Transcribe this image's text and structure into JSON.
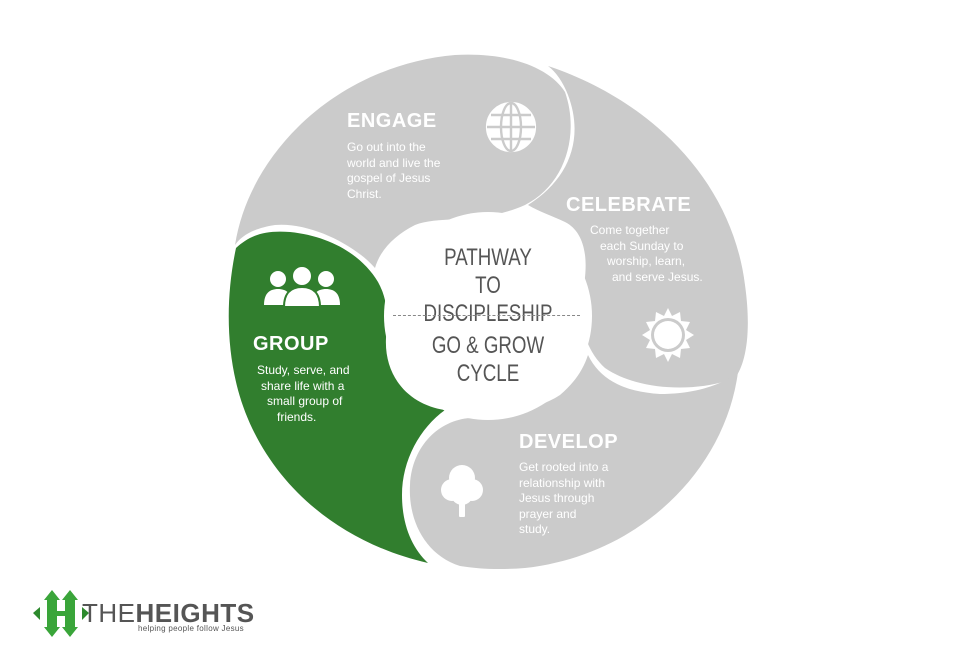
{
  "center": {
    "title_line1": "PATHWAY",
    "title_line2": "TO DISCIPLESHIP",
    "subtitle_line1": "GO & GROW",
    "subtitle_line2": "CYCLE"
  },
  "segments": {
    "engage": {
      "title": "ENGAGE",
      "lines": [
        "Go out into the",
        "world and live the",
        "gospel of Jesus",
        "Christ."
      ],
      "icon": "globe-icon"
    },
    "celebrate": {
      "title": "CELEBRATE",
      "lines": [
        "Come together",
        "each Sunday to",
        "worship, learn,",
        "and serve Jesus."
      ],
      "icon": "sun-icon"
    },
    "develop": {
      "title": "DEVELOP",
      "lines": [
        "Get rooted into a",
        "relationship with",
        "Jesus through",
        "prayer and",
        "study."
      ],
      "icon": "tree-icon"
    },
    "group": {
      "title": "GROUP",
      "lines": [
        "Study, serve, and",
        "share life with a",
        "small group of",
        "friends."
      ],
      "icon": "people-icon"
    }
  },
  "logo": {
    "word_the": "THE",
    "word_heights": "HEIGHTS",
    "tagline": "helping people follow Jesus"
  },
  "colors": {
    "segment_gray": "#cbcbcb",
    "segment_green": "#317e2e",
    "logo_green": "#3aa53a",
    "text_dark": "#555555"
  }
}
